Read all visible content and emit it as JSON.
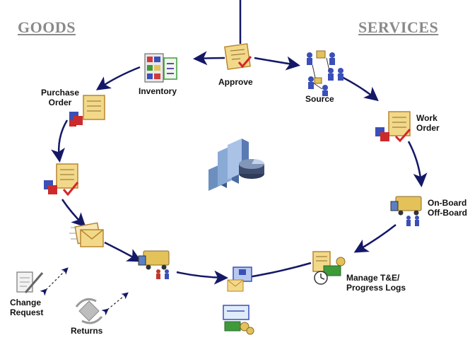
{
  "headers": {
    "left": "GOODS",
    "right": "SERVICES"
  },
  "labels": {
    "approve": "Approve",
    "inventory": "Inventory",
    "source": "Source",
    "purchase_order_1": "Purchase",
    "purchase_order_2": "Order",
    "work_order_1": "Work",
    "work_order_2": "Order",
    "onboard_1": "On-Board",
    "onboard_2": "Off-Board",
    "manage_1": "Manage T&E/",
    "manage_2": "Progress Logs",
    "change_request_1": "Change",
    "change_request_2": "Request",
    "returns": "Returns"
  },
  "colors": {
    "cycle": "#141866",
    "header": "#8a8a8a",
    "doc_yellow": "#f2d98a",
    "cube_red": "#cc2b2b",
    "cube_blue": "#3a4fb8",
    "truck_gold": "#e4c25a",
    "money_green": "#3f9a3a",
    "check_red": "#d6262b"
  },
  "icons": [
    "approve-document-icon",
    "inventory-icon",
    "source-people-icon",
    "purchase-order-icon",
    "goods-receipt-icon",
    "invoice-mail-icon",
    "delivery-truck-icon",
    "payment-icon",
    "work-order-icon",
    "onboard-truck-icon",
    "manage-timesheet-icon",
    "analytics-center-icon",
    "change-request-icon",
    "returns-icon"
  ]
}
